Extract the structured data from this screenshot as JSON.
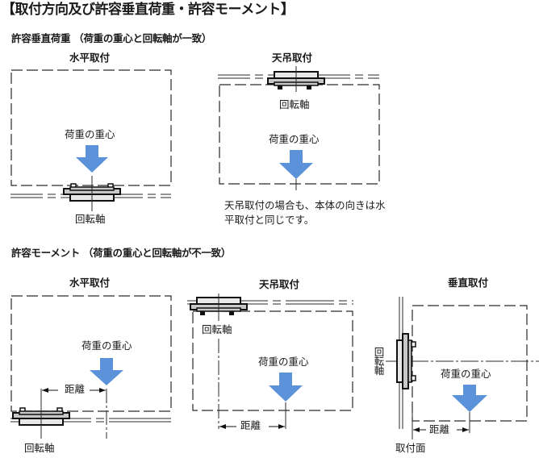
{
  "title": "【取付方向及び許容垂直荷重・許容モーメント】",
  "colors": {
    "arrow": "#5b92d9",
    "line": "#2a2a2a",
    "actuator_body": "#c8c8c8",
    "actuator_outline": "#111111"
  },
  "sections": [
    {
      "heading": "許容垂直荷重 （荷重の重心と回転軸が一致）",
      "diagrams": [
        {
          "title": "水平取付",
          "load_label": "荷重の重心",
          "axis_label": "回転軸"
        },
        {
          "title": "天吊取付",
          "load_label": "荷重の重心",
          "axis_label": "回転軸",
          "note": "天吊取付の場合も、本体の向きは水平取付と同じです。"
        }
      ]
    },
    {
      "heading": "許容モーメント （荷重の重心と回転軸が不一致）",
      "diagrams": [
        {
          "title": "水平取付",
          "load_label": "荷重の重心",
          "axis_label": "回転軸",
          "distance_label": "距離"
        },
        {
          "title": "天吊取付",
          "load_label": "荷重の重心",
          "axis_label": "回転軸",
          "distance_label": "距離"
        },
        {
          "title": "垂直取付",
          "load_label": "荷重の重心",
          "axis_label": "回転軸",
          "distance_label": "距離",
          "surface_label": "取付面"
        }
      ]
    }
  ]
}
